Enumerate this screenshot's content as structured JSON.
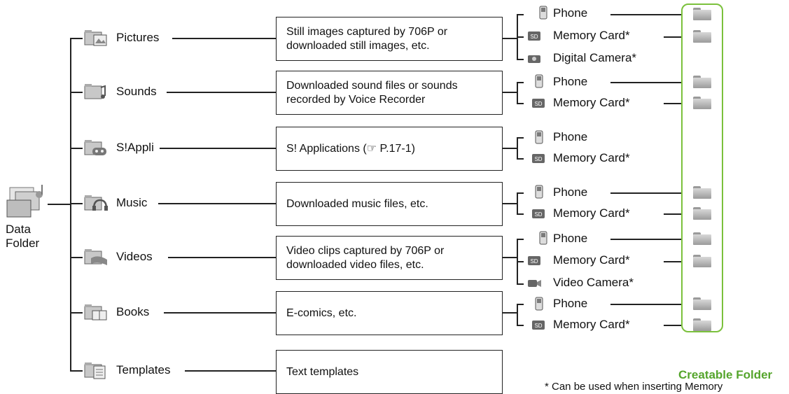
{
  "root": {
    "label_line1": "Data",
    "label_line2": "Folder"
  },
  "categories": [
    {
      "name": "Pictures",
      "desc": [
        "Still images captured by 706P or",
        "downloaded still images, etc."
      ]
    },
    {
      "name": "Sounds",
      "desc": [
        "Downloaded sound files or sounds",
        "recorded by Voice Recorder"
      ]
    },
    {
      "name": "S!Appli",
      "desc": [
        "S! Applications (☞ P.17-1)"
      ]
    },
    {
      "name": "Music",
      "desc": [
        "Downloaded music files, etc."
      ]
    },
    {
      "name": "Videos",
      "desc": [
        "Video clips captured by 706P or",
        "downloaded video files, etc."
      ]
    },
    {
      "name": "Books",
      "desc": [
        "E-comics, etc."
      ]
    },
    {
      "name": "Templates",
      "desc": [
        "Text templates"
      ]
    }
  ],
  "storage": {
    "phone": "Phone",
    "memory_card": "Memory Card*",
    "digital_camera": "Digital Camera*",
    "video_camera": "Video Camera*"
  },
  "legend": {
    "creatable_folder": "Creatable Folder"
  },
  "footnote": "* Can be used when inserting Memory"
}
